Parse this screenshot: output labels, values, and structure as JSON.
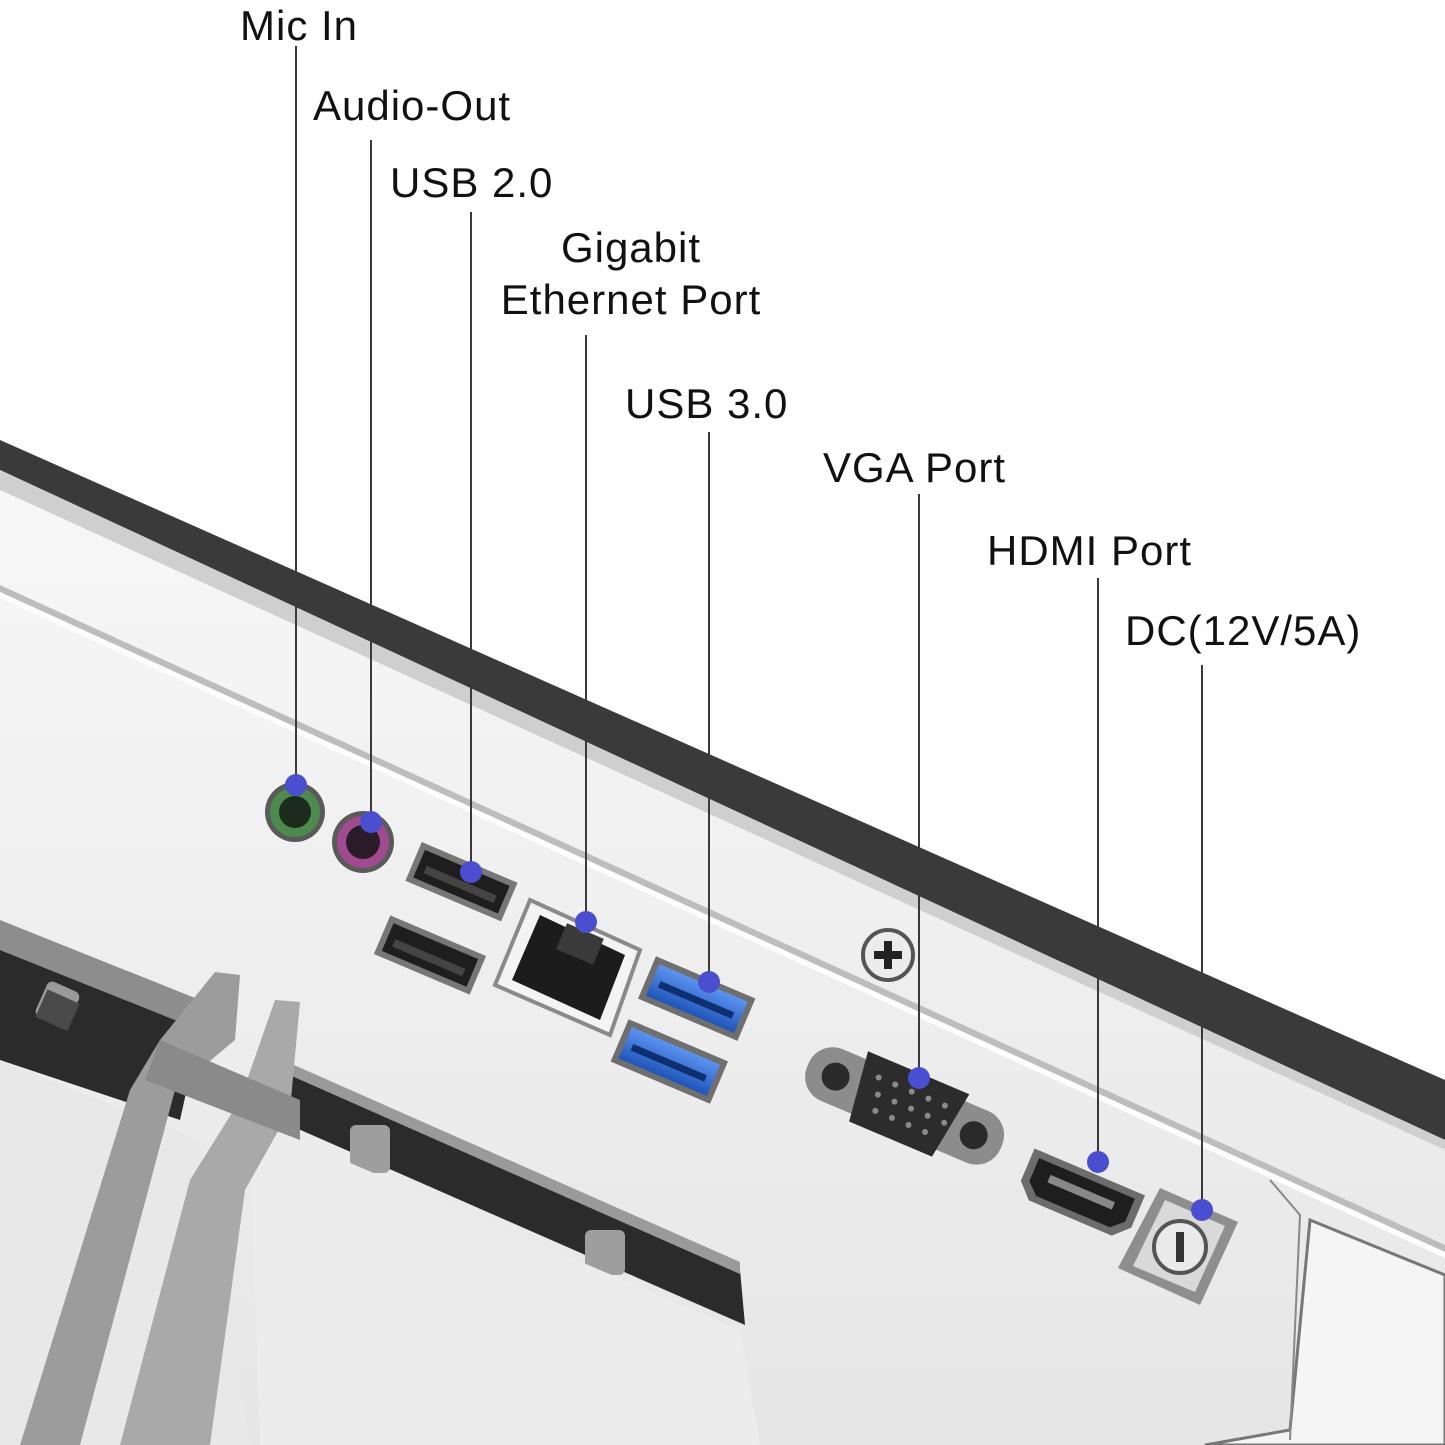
{
  "labels": {
    "mic_in": "Mic In",
    "audio_out": "Audio-Out",
    "usb2": "USB 2.0",
    "ethernet_line1": "Gigabit",
    "ethernet_line2": "Ethernet Port",
    "usb3": "USB 3.0",
    "vga": "VGA Port",
    "hdmi": "HDMI Port",
    "dc": "DC(12V/5A)"
  },
  "colors": {
    "pointer": "#4a4fd0",
    "leader": "#333333",
    "mic_jack": "#3b7a3b",
    "audio_jack": "#8c2a7a",
    "usb3_blue": "#2f6fd8",
    "chassis": "#f2f2f2",
    "chassis_edge": "#3a3a3a"
  }
}
